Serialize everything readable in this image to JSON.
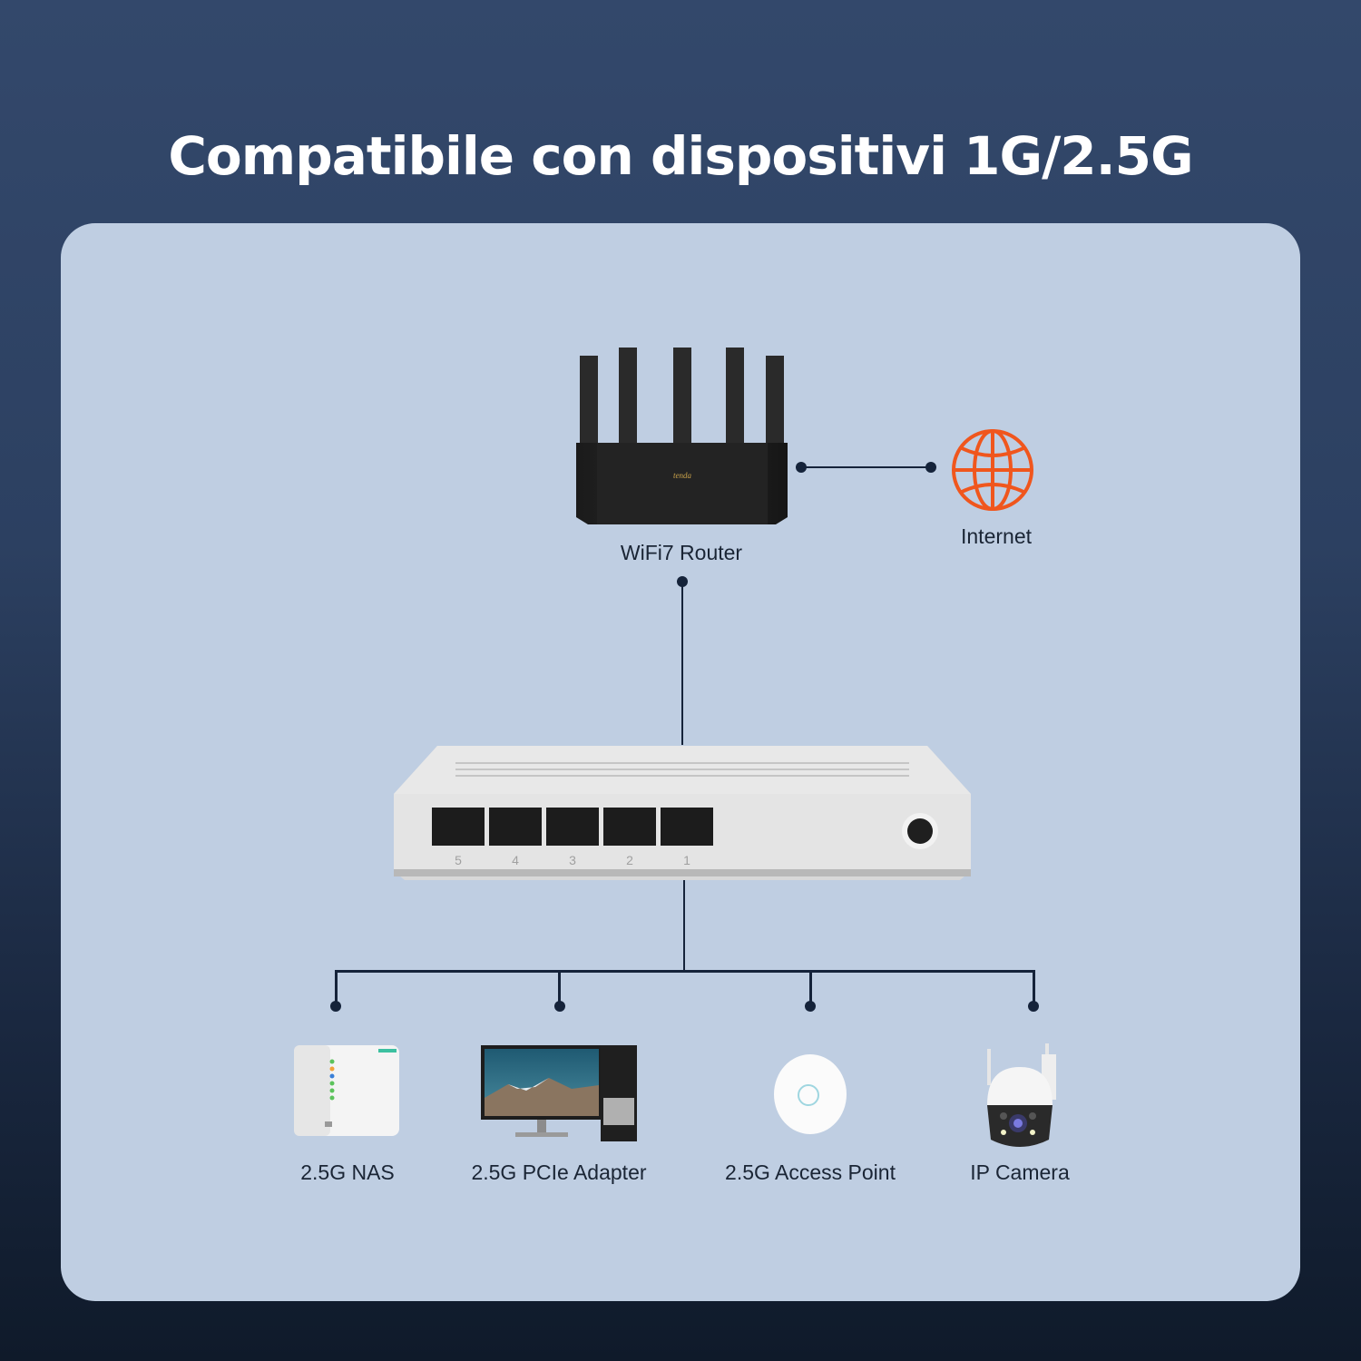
{
  "title": "Compatibile con dispositivi 1G/2.5G",
  "colors": {
    "background_top": "#33486b",
    "background_bottom": "#0f1a2a",
    "panel": "#bfcee2",
    "line": "#15233a",
    "globe": "#f0561d",
    "text": "#1a2535"
  },
  "router": {
    "label": "WiFi7 Router",
    "brand": "tenda",
    "icon": "router-icon"
  },
  "internet": {
    "label": "Internet",
    "icon": "globe-icon"
  },
  "switch": {
    "icon": "switch-icon",
    "ports": [
      "5",
      "4",
      "3",
      "2",
      "1"
    ]
  },
  "devices": [
    {
      "label": "2.5G NAS",
      "icon": "nas-icon"
    },
    {
      "label": "2.5G PCIe Adapter",
      "icon": "desktop-pc-icon"
    },
    {
      "label": "2.5G Access Point",
      "icon": "access-point-icon"
    },
    {
      "label": "IP Camera",
      "icon": "ip-camera-icon"
    }
  ]
}
